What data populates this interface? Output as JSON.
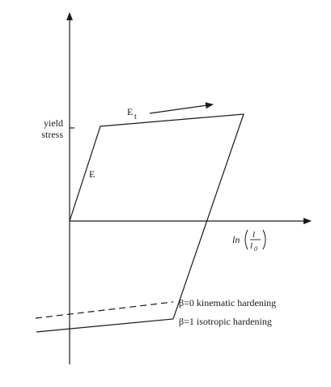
{
  "y_axis_label_line1": "yield",
  "y_axis_label_line2": "stress",
  "x_axis_label_ln": "ln",
  "x_axis_label_numerator": "l",
  "x_axis_label_denominator": "l",
  "x_axis_label_denominator_sub": "0",
  "slope_elastic_label": "E",
  "slope_tangent_label": "E",
  "slope_tangent_sub": "t",
  "legend_kinematic": "β=0 kinematic hardening",
  "legend_isotropic": "β=1 isotropic hardening",
  "line_color": "#1a1a1a"
}
